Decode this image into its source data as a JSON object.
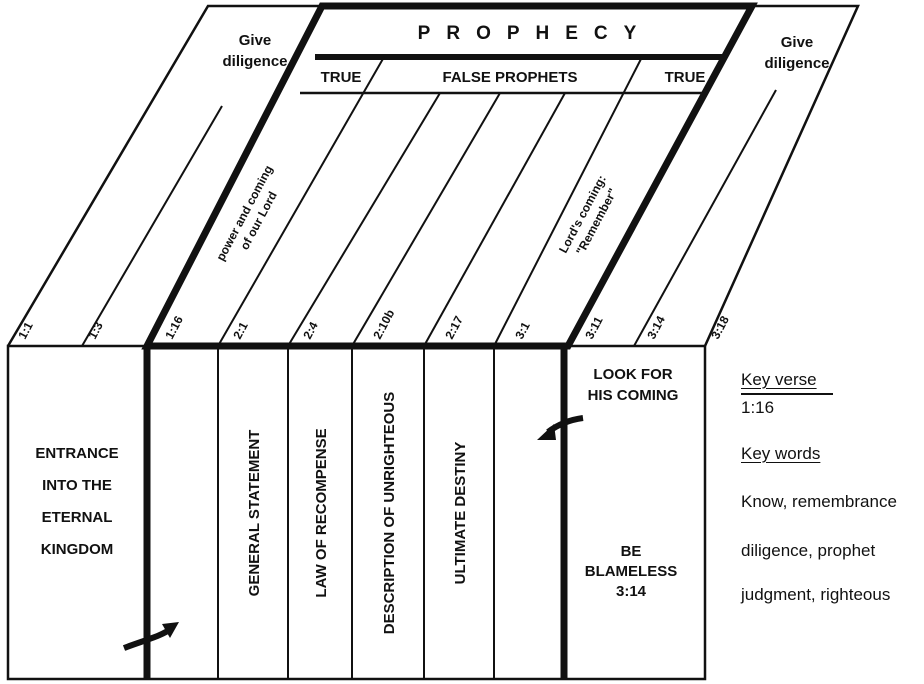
{
  "header": {
    "title": "PROPHECY"
  },
  "subheaders": {
    "true_left": "TRUE",
    "false_prophets": "FALSE PROPHETS",
    "true_right": "TRUE"
  },
  "top_left": {
    "line1": "Give",
    "line2": "diligence"
  },
  "top_right": {
    "line1": "Give",
    "line2": "diligence"
  },
  "slanted_notes": {
    "power": {
      "line1": "power and coming",
      "line2": "of our Lord"
    },
    "lords_coming": {
      "line1": "Lord's coming:",
      "line2": "\"Remember\""
    }
  },
  "references": [
    "1:1",
    "1:3",
    "1:16",
    "2:1",
    "2:4",
    "2:10b",
    "2:17",
    "3:1",
    "3:11",
    "3:14",
    "3:18"
  ],
  "sections": {
    "entrance": [
      "ENTRANCE",
      "INTO THE",
      "ETERNAL",
      "KINGDOM"
    ],
    "general_statement": "GENERAL STATEMENT",
    "law_of_recompense": "LAW OF RECOMPENSE",
    "description_unrighteous": "DESCRIPTION OF UNRIGHTEOUS",
    "ultimate_destiny": "ULTIMATE DESTINY",
    "look_for": [
      "LOOK FOR",
      "HIS COMING"
    ],
    "be_blameless": [
      "BE",
      "BLAMELESS",
      "3:14"
    ]
  },
  "sidebar": {
    "key_verse_label": "Key verse",
    "key_verse_value": "1:16",
    "key_words_label": "Key words",
    "key_words_lines": [
      "Know, remembrance",
      "diligence, prophet",
      "judgment, righteous"
    ]
  }
}
